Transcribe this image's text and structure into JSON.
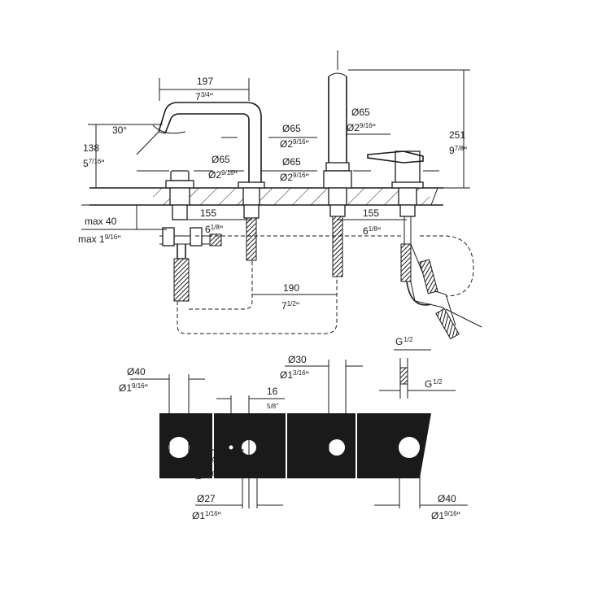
{
  "top_view": {
    "spout_width_mm": "197",
    "spout_width_in": "7",
    "spout_width_in_frac": "3/4",
    "angle": "30°",
    "spout_height_mm": "138",
    "spout_height_in": "5",
    "spout_height_in_frac": "7/16",
    "diverter_dia_mm": "Ø65",
    "diverter_dia_in": "Ø2",
    "diverter_dia_in_frac": "9/16",
    "spout_base_dia_upper_mm": "Ø65",
    "spout_base_dia_upper_in": "Ø2",
    "spout_base_dia_upper_in_frac": "9/16",
    "spout_base_dia_lower_mm": "Ø65",
    "spout_base_dia_lower_in": "Ø2",
    "spout_base_dia_lower_in_frac": "9/16",
    "mixer_dia_mm": "Ø65",
    "mixer_dia_in": "Ø2",
    "mixer_dia_in_frac": "9/16",
    "total_height_mm": "251",
    "total_height_in": "9",
    "total_height_in_frac": "7/8",
    "deck_thickness_mm": "max 40",
    "deck_thickness_in": "max 1",
    "deck_thickness_in_frac": "9/16",
    "left_spacing_mm": "155",
    "left_spacing_in": "6",
    "left_spacing_in_frac": "1/8",
    "right_spacing_mm": "155",
    "right_spacing_in": "6",
    "right_spacing_in_frac": "1/8",
    "hose_spacing_mm": "190",
    "hose_spacing_in": "7",
    "hose_spacing_in_frac": "1/2",
    "thread": "G",
    "thread_frac": "1/2"
  },
  "cutout_view": {
    "hole_left_dia_mm": "Ø40",
    "hole_left_dia_in": "Ø1",
    "hole_left_dia_in_frac": "9/16",
    "hole_mid_dia_mm": "Ø30",
    "hole_mid_dia_in": "Ø1",
    "hole_mid_dia_in_frac": "3/16",
    "offset_mm": "16",
    "offset_in_frac": "5/8\"",
    "thread": "G",
    "thread_frac": "1/2",
    "pin_dia_mm": "Ø4",
    "pin_dia_in": "Ø",
    "pin_dia_in_frac": "3/16",
    "hole_small_dia_mm": "Ø27",
    "hole_small_dia_in": "Ø1",
    "hole_small_dia_in_frac": "1/16",
    "hole_right_dia_mm": "Ø40",
    "hole_right_dia_in": "Ø1",
    "hole_right_dia_in_frac": "9/16"
  }
}
